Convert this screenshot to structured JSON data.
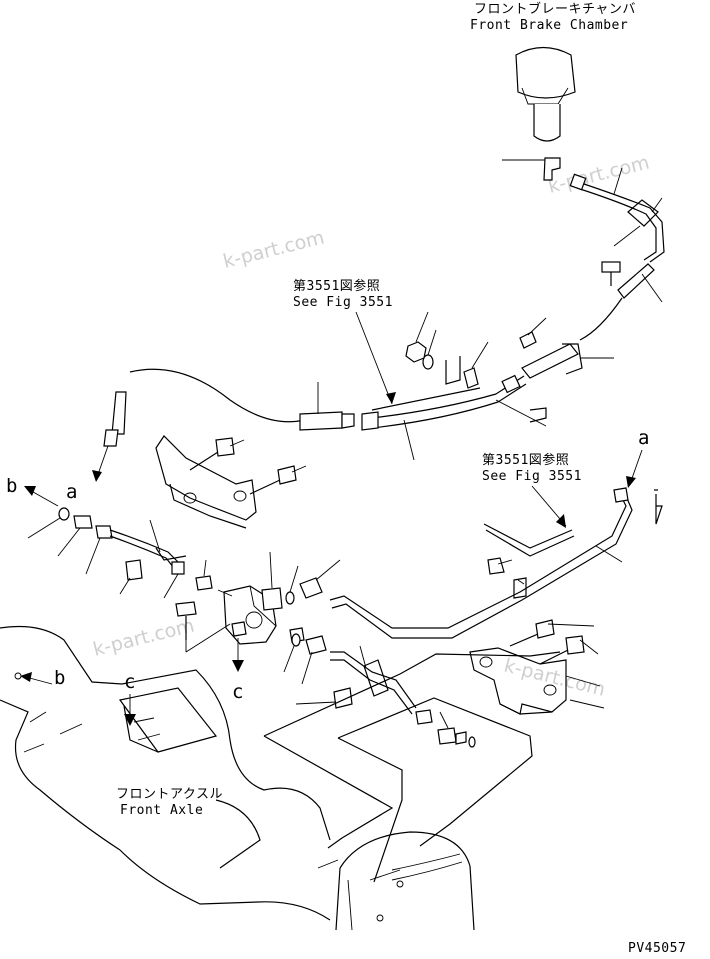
{
  "labels": {
    "front_brake_chamber_jp": "フロントブレーキチャンバ",
    "front_brake_chamber_en": "Front Brake Chamber",
    "see_fig_1_jp": "第3551図参照",
    "see_fig_1_en": "See Fig 3551",
    "see_fig_2_jp": "第3551図参照",
    "see_fig_2_en": "See Fig 3551",
    "front_axle_jp": "フロントアクスル",
    "front_axle_en": "Front Axle",
    "ref_a_left": "a",
    "ref_a_right": "a",
    "ref_b_left": "b",
    "ref_b_lower": "b",
    "ref_c_valve": "c",
    "ref_c_axle": "c",
    "drawing_number": "PV45057"
  },
  "watermarks": [
    "k-part.com",
    "k-part.com",
    "k-part.com",
    "k-part.com"
  ]
}
